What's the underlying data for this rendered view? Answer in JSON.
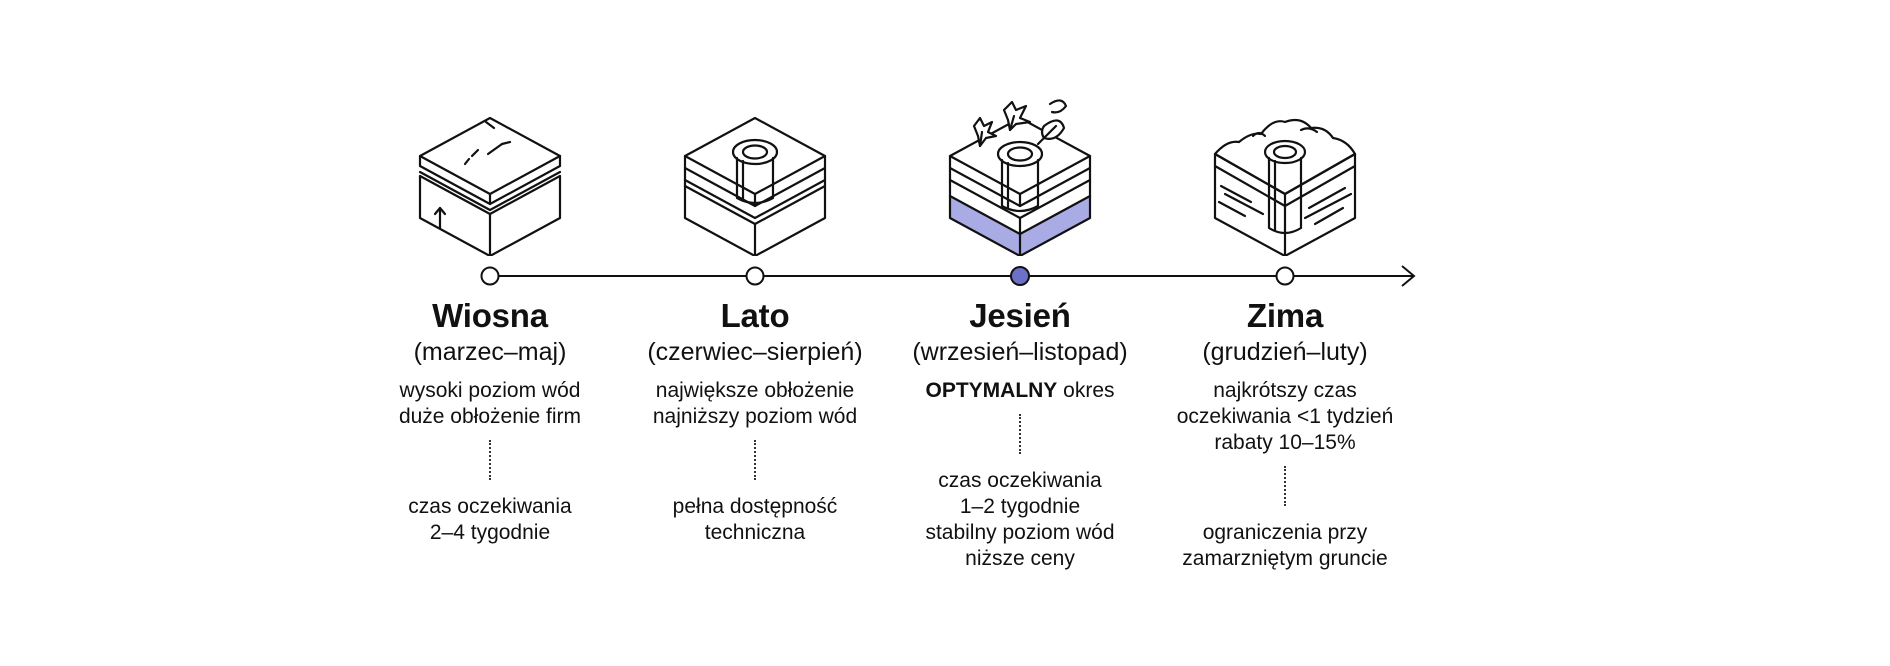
{
  "accent_color": "#7a7fcf",
  "line_color": "#111111",
  "seasons": [
    {
      "name": "Wiosna",
      "period": "(marzec–maj)",
      "desc": [
        "wysoki poziom wód",
        "duże obłożenie firm"
      ],
      "details": [
        "czas oczekiwania",
        "2–4 tygodnie"
      ],
      "icon": "layered-ground-spring-icon",
      "marker": "open"
    },
    {
      "name": "Lato",
      "period": "(czerwiec–sierpień)",
      "desc": [
        "największe obłożenie",
        "najniższy poziom wód"
      ],
      "details": [
        "pełna dostępność",
        "techniczna"
      ],
      "icon": "layered-ground-well-icon",
      "marker": "open"
    },
    {
      "name": "Jesień",
      "period": "(wrzesień–listopad)",
      "desc_strong": "OPTYMALNY",
      "desc_rest": " okres",
      "details": [
        "czas oczekiwania",
        "1–2 tygodnie",
        "stabilny poziom wód",
        "niższe ceny"
      ],
      "icon": "layered-ground-autumn-leaves-icon",
      "marker": "filled"
    },
    {
      "name": "Zima",
      "period": "(grudzień–luty)",
      "desc": [
        "najkrótszy czas",
        "oczekiwania <1 tydzień",
        "rabaty 10–15%"
      ],
      "details": [
        "ograniczenia przy",
        "zamarzniętym gruncie"
      ],
      "icon": "layered-ground-frozen-icon",
      "marker": "open"
    }
  ]
}
